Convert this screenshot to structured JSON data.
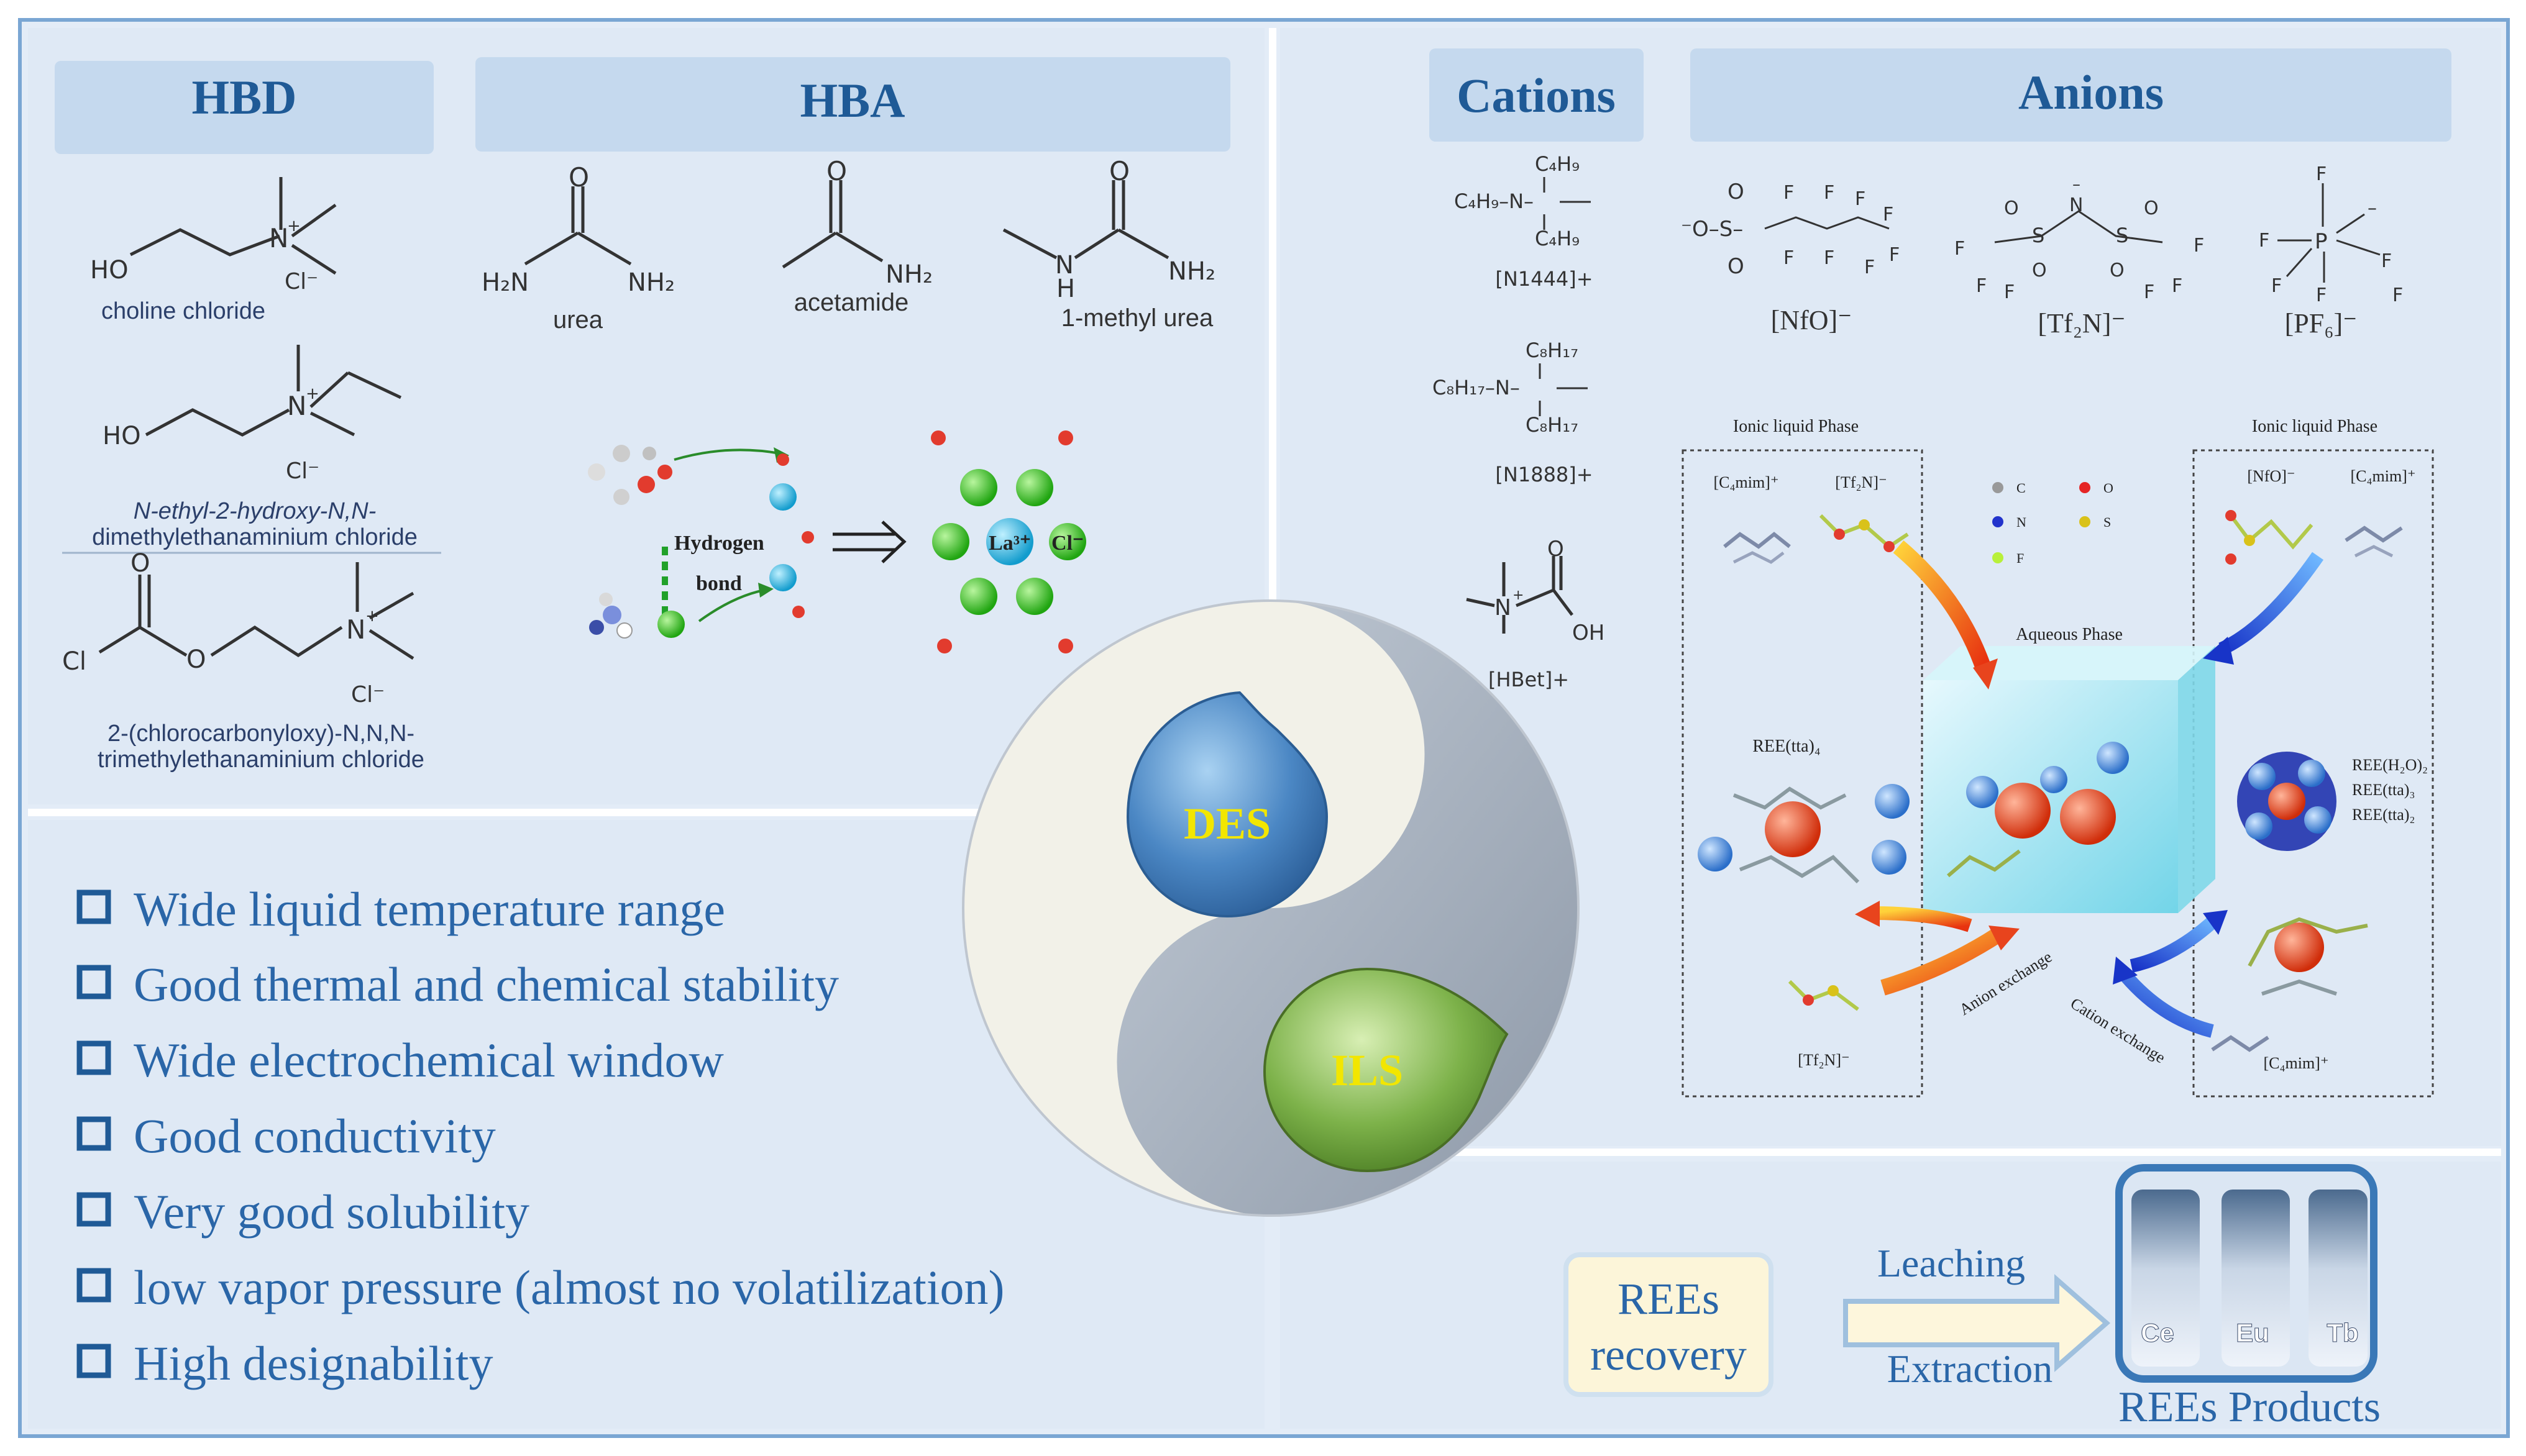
{
  "hbd": {
    "title": "HBD",
    "compounds": [
      "choline chloride",
      "N-ethyl-2-hydroxy-N,N-",
      "dimethylethanaminium chloride",
      "2-(chlorocarbonyloxy)-N,N,N-",
      "trimethylethanaminium chloride"
    ]
  },
  "hba": {
    "title": "HBA",
    "compounds": [
      "urea",
      "acetamide",
      "1-methyl urea"
    ],
    "hbond_label_1": "Hydrogen",
    "hbond_label_2": "bond",
    "la_label": "La³⁺",
    "cl_label": "Cl⁻"
  },
  "cations": {
    "title": "Cations",
    "labels": [
      "[N1444]+",
      "[N1888]+",
      "[HBet]+"
    ]
  },
  "anions": {
    "title": "Anions",
    "labels": [
      "[NfO]⁻",
      "[Tf₂N]⁻",
      "[PF₆]⁻"
    ]
  },
  "properties": [
    "Wide liquid temperature range",
    "Good thermal and chemical stability",
    "Wide electrochemical window",
    "Good conductivity",
    "Very good solubility",
    "low vapor pressure (almost no volatilization)",
    "High designability"
  ],
  "center": {
    "des": "DES",
    "ils": "ILS"
  },
  "mechanism": {
    "left_phase": "Ionic liquid Phase",
    "right_phase": "Ionic liquid Phase",
    "aqueous": "Aqueous Phase",
    "left_cation": "[C₄mim]⁺",
    "left_anion": "[Tf₂N]⁻",
    "right_anion": "[NfO]⁻",
    "right_cation": "[C₄mim]⁺",
    "ree_tta4": "REE(tta)₄",
    "ree_complex_1": "REE(H₂O)₂",
    "ree_complex_2": "REE(tta)₃",
    "ree_complex_3": "REE(tta)₂",
    "anion_exchange": "Anion exchange",
    "cation_exchange": "Cation exchange",
    "bottom_anion": "[Tf₂N]⁻",
    "bottom_cation": "[C₄mim]⁺",
    "legend": [
      "C",
      "O",
      "N",
      "S",
      "F"
    ]
  },
  "recovery": {
    "box_line1": "REEs",
    "box_line2": "recovery",
    "leaching": "Leaching",
    "extraction": "Extraction",
    "vials": [
      "Ce",
      "Eu",
      "Tb"
    ],
    "products": "REEs Products"
  },
  "colors": {
    "panel_bg": "#dfe9f5",
    "header_bg": "#c5d9ee",
    "title_blue": "#1f5a96",
    "text_blue": "#2a66a8",
    "des_blue": "#4b87c4",
    "ils_green": "#7db24a",
    "label_yellow": "#f2e600",
    "ree_red": "#e8441d",
    "halide_green": "#39c41f",
    "la_cyan": "#27c2e8"
  }
}
